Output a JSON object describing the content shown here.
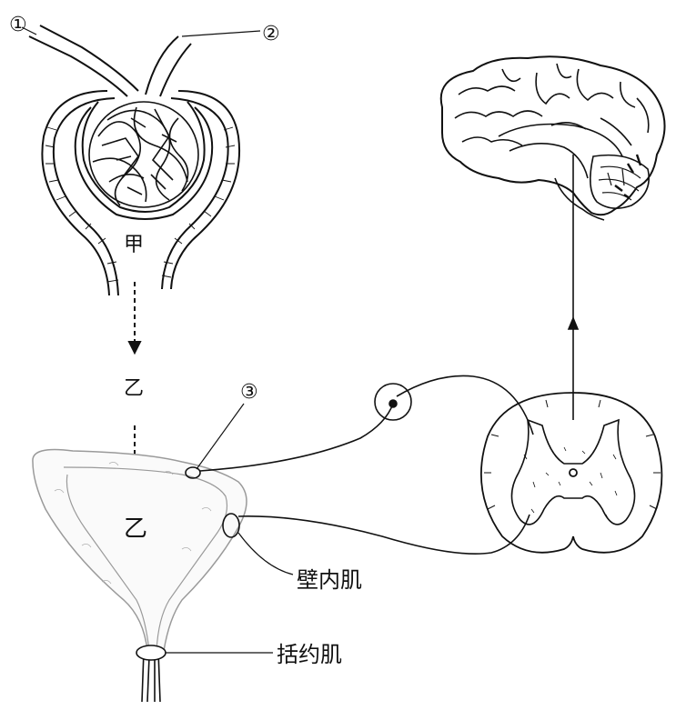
{
  "labels": {
    "marker_1": "①",
    "marker_2": "②",
    "marker_3": "③",
    "jia": "甲",
    "yi_arrow": "乙",
    "yi_bladder": "乙",
    "wall_muscle": "壁内肌",
    "sphincter": "括约肌"
  },
  "colors": {
    "ink": "#111111",
    "bladder_outline": "#9a9a9a",
    "bladder_fill": "#fafafa"
  }
}
